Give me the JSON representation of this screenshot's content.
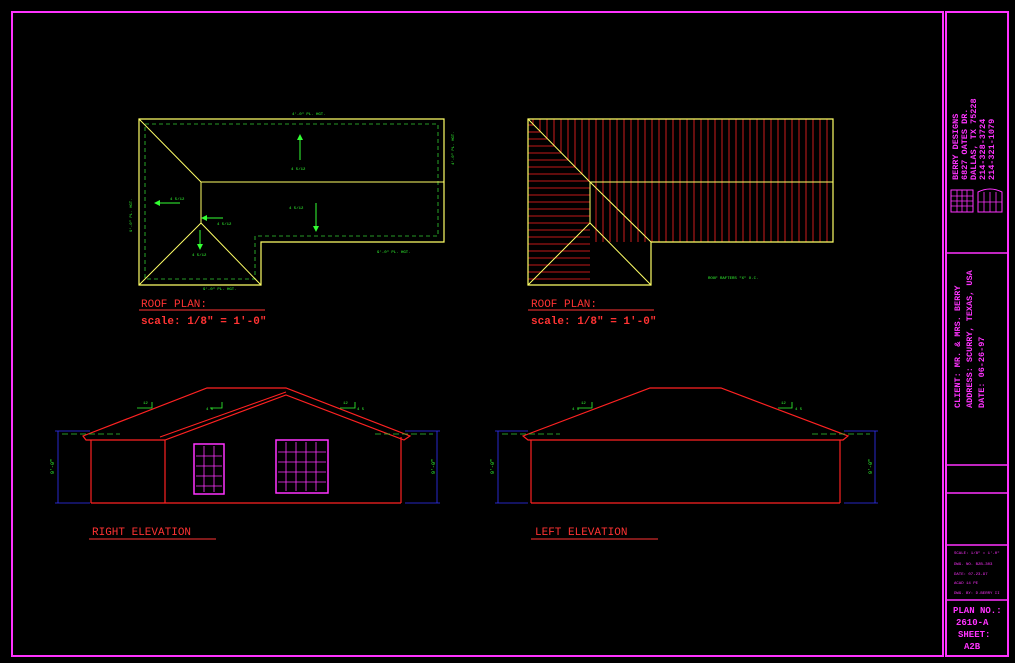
{
  "colors": {
    "border": "#ff33ff",
    "plan": "#ffff66",
    "dash": "#33cc33",
    "text_red": "#ff3333",
    "text_green": "#33ff33",
    "dim": "#3333ff",
    "elev": "#ff2222",
    "window": "#ff33ff"
  },
  "roof_plan_1": {
    "title": "ROOF PLAN:",
    "scale": "scale: 1/8\" = 1'-0\"",
    "top_note": "4'-0\" PL. HGT.",
    "left_note": "9'-0\" PL. HGT.",
    "right_note": "4'-0\" PL. HGT.",
    "step_note": "9'-0\" PL. HGT.",
    "bottom_note": "9'-0\" PL. HGT.",
    "pitch_top": "4 5/12",
    "pitch_left": "4 5/12",
    "pitch_mid": "4 5/12",
    "pitch_inner": "4 5/12",
    "pitch_right": "4 5/12",
    "pitch_bottom": "4 5/12"
  },
  "roof_plan_2": {
    "title": "ROOF PLAN:",
    "scale": "scale: 1/8\" = 1'-0\"",
    "note": "ROOF RAFTERS \"X\" O.C."
  },
  "right_elevation": {
    "title": "RIGHT ELEVATION",
    "pitch_left": "12",
    "pitch_left_2": "4 5",
    "pitch_right": "12",
    "pitch_right_2": "4 5",
    "dim_left": "9'-0\"",
    "dim_right": "9'-0\""
  },
  "left_elevation": {
    "title": "LEFT ELEVATION",
    "pitch_left": "12",
    "pitch_left_2": "4 5",
    "pitch_right": "12",
    "pitch_right_2": "4 5",
    "dim_left": "9'-0\"",
    "dim_right": "9'-0\""
  },
  "title_block": {
    "company": "BERRY DESIGNS",
    "street": "6827 OATES DR.",
    "city": "DALLAS, TX 75228",
    "phone1": "214-328-3724",
    "phone2": "214-321-1079",
    "client": "CLIENT:  MR. & MRS. BERRY",
    "address": "ADDRESS: SCURRY, TEXAS, USA",
    "date": "DATE:    06-26-97",
    "notes": [
      "SCALE: 1/8\" = 1'-0\"",
      "DWG. NO. B2B-303",
      "DATE: 07-23-97",
      "ACAD 14 PE",
      "DWG. BY: D.BERRY II"
    ],
    "plan_no_label": "PLAN NO.:",
    "plan_no": "2610-A",
    "sheet_label": "SHEET:",
    "sheet": "A2B"
  }
}
